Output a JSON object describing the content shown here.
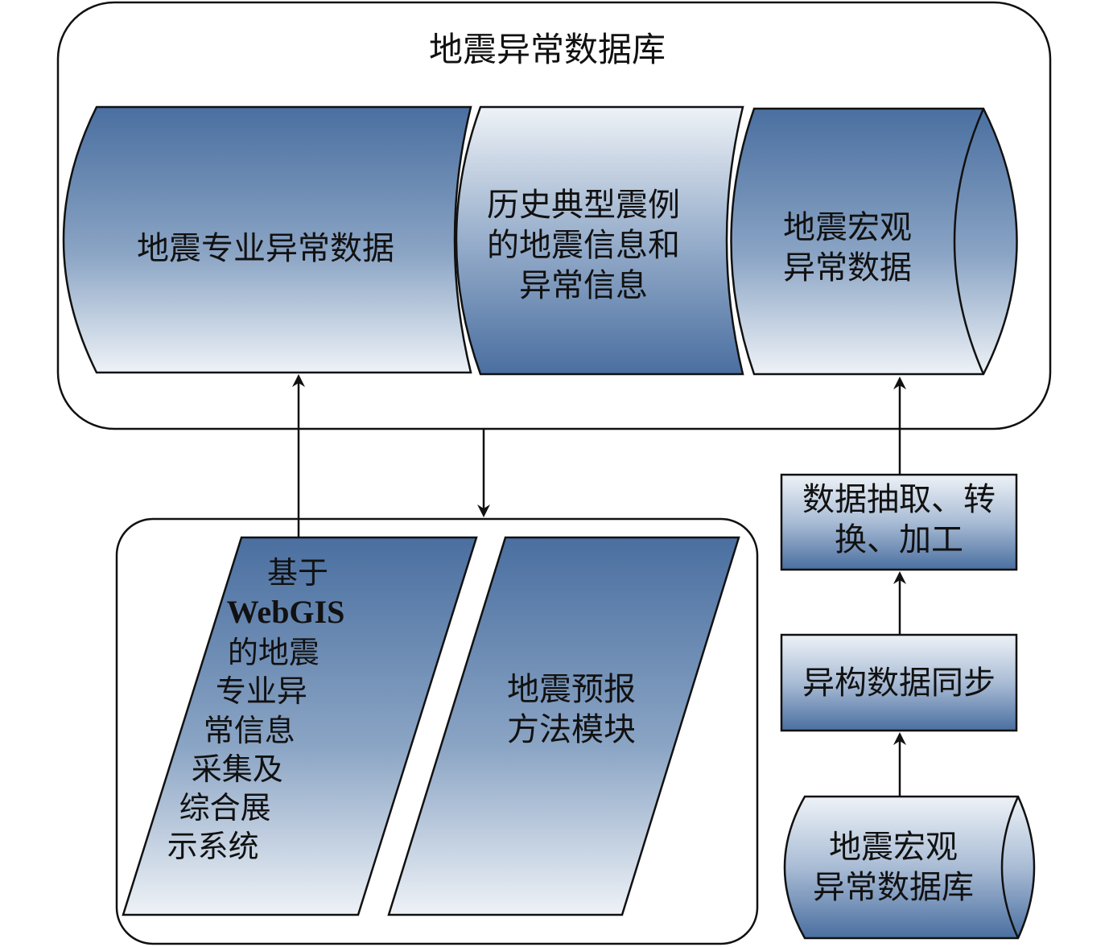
{
  "colors": {
    "gradient_dark": "#4a6fa0",
    "gradient_light": "#eef2f7",
    "stroke": "#111111"
  },
  "database": {
    "title": "地震异常数据库",
    "segments": [
      {
        "text": "地震专业异常数据"
      },
      {
        "text": "历史典型震例\n的地震信息和\n异常信息"
      },
      {
        "text": "地震宏观\n异常数据"
      }
    ]
  },
  "modules": {
    "webgis_system": {
      "lines": [
        "基于",
        "WebGIS",
        "的地震",
        "专业异",
        "常信息",
        "采集及",
        "综合展",
        "示系统"
      ]
    },
    "forecast_module": {
      "text": "地震预报\n方法模块"
    }
  },
  "pipeline": {
    "extract_box": {
      "text": "数据抽取、转\n换、加工"
    },
    "sync_box": {
      "text": "异构数据同步"
    },
    "source_db": {
      "text": "地震宏观\n异常数据库"
    }
  },
  "arrows": [
    {
      "from": "webgis_system",
      "to": "地震专业异常数据"
    },
    {
      "from": "地震异常数据库",
      "to": "modules"
    },
    {
      "from": "extract_box",
      "to": "地震宏观异常数据"
    },
    {
      "from": "sync_box",
      "to": "extract_box"
    },
    {
      "from": "source_db",
      "to": "sync_box"
    }
  ]
}
